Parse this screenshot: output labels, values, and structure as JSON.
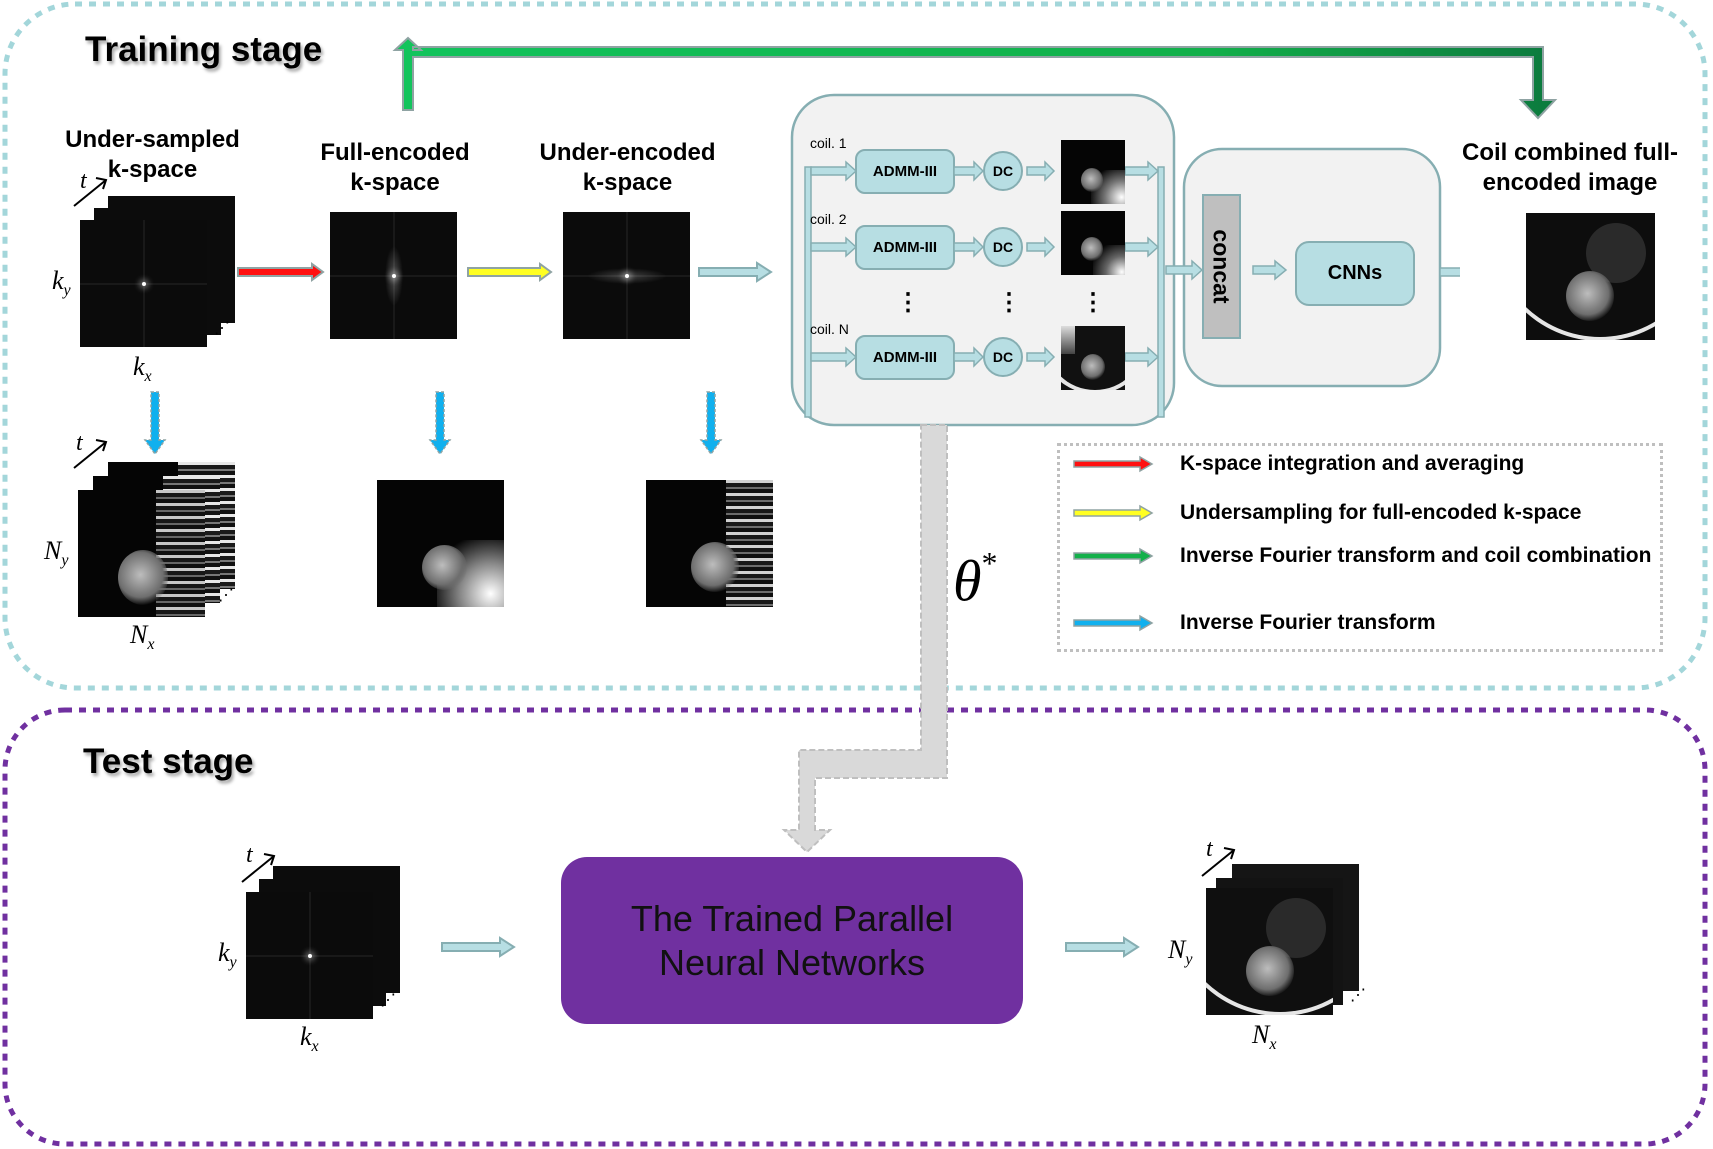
{
  "training": {
    "title": "Training stage",
    "labels": {
      "undersampled": [
        "Under-sampled",
        "k-space"
      ],
      "full_encoded": [
        "Full-encoded",
        "k-space"
      ],
      "under_encoded": [
        "Under-encoded",
        "k-space"
      ],
      "coil_combined": [
        "Coil combined full-",
        "encoded image"
      ]
    },
    "axes": {
      "t": "t",
      "ky": "k",
      "ky_sub": "y",
      "kx": "k",
      "kx_sub": "x",
      "Ny": "N",
      "Ny_sub": "y",
      "Nx": "N",
      "Nx_sub": "x",
      "ellipsis": "⋰"
    },
    "network": {
      "coils": [
        {
          "label": "coil. 1",
          "block": "ADMM-III",
          "dc": "DC"
        },
        {
          "label": "coil. 2",
          "block": "ADMM-III",
          "dc": "DC"
        },
        {
          "label": "coil. N",
          "block": "ADMM-III",
          "dc": "DC"
        }
      ],
      "vdots": "⋮",
      "concat": "concat",
      "cnns": "CNNs"
    },
    "theta": "θ",
    "theta_sup": "*"
  },
  "legend": {
    "items": [
      {
        "color": "#FF1010",
        "label": "K-space integration and averaging"
      },
      {
        "color": "#FFFF22",
        "label": "Undersampling for full-encoded k-space"
      },
      {
        "color": "#12B04A",
        "label": "Inverse Fourier transform and coil combination"
      },
      {
        "color": "#10B0EE",
        "label": "Inverse Fourier transform"
      }
    ]
  },
  "test": {
    "title": "Test stage",
    "network_label_line1": "The Trained Parallel",
    "network_label_line2": "Neural Networks"
  },
  "colors": {
    "training_border": "#A3D6DA",
    "test_border": "#7030A0",
    "network_box": "#7030A0",
    "block_fill": "#B7DEE3",
    "block_border": "#86AEB2",
    "panel_fill": "#F2F2F2",
    "concat_fill": "#BFBFBF",
    "green_arrow": "#12C45C",
    "green_arrow_dark": "#0C7A3E",
    "gray_arrow": "#D9D9D9"
  }
}
